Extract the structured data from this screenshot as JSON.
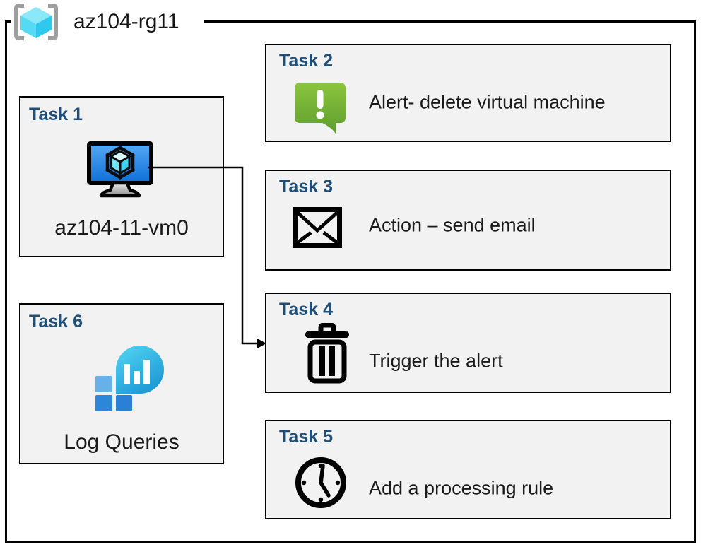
{
  "resource_group": {
    "label": "az104-rg11"
  },
  "tasks": {
    "task1": {
      "title": "Task 1",
      "label": "az104-11-vm0"
    },
    "task2": {
      "title": "Task 2",
      "label": "Alert- delete virtual machine"
    },
    "task3": {
      "title": "Task 3",
      "label": "Action – send email"
    },
    "task4": {
      "title": "Task 4",
      "label": "Trigger the alert"
    },
    "task5": {
      "title": "Task 5",
      "label": "Add a processing rule"
    },
    "task6": {
      "title": "Task 6",
      "label": "Log Queries"
    }
  },
  "icons": {
    "resource_group": "resource-group-icon",
    "task1": "virtual-machine-icon",
    "task2": "alert-speech-bubble-icon",
    "task3": "email-envelope-icon",
    "task4": "trash-delete-icon",
    "task5": "clock-icon",
    "task6": "log-analytics-icon"
  },
  "colors": {
    "task_title_blue": "#1F4E79",
    "box_fill_gray": "#F2F2F2",
    "border_black": "#000000",
    "alert_green": "#76B72F",
    "vm_screen_blue": "#1673D2",
    "log_bubble_teal": "#2BAFE0",
    "log_square_blue": "#2E86DB",
    "rg_cube_cyan": "#50D7F4",
    "bracket_gray": "#9E9E9E"
  }
}
